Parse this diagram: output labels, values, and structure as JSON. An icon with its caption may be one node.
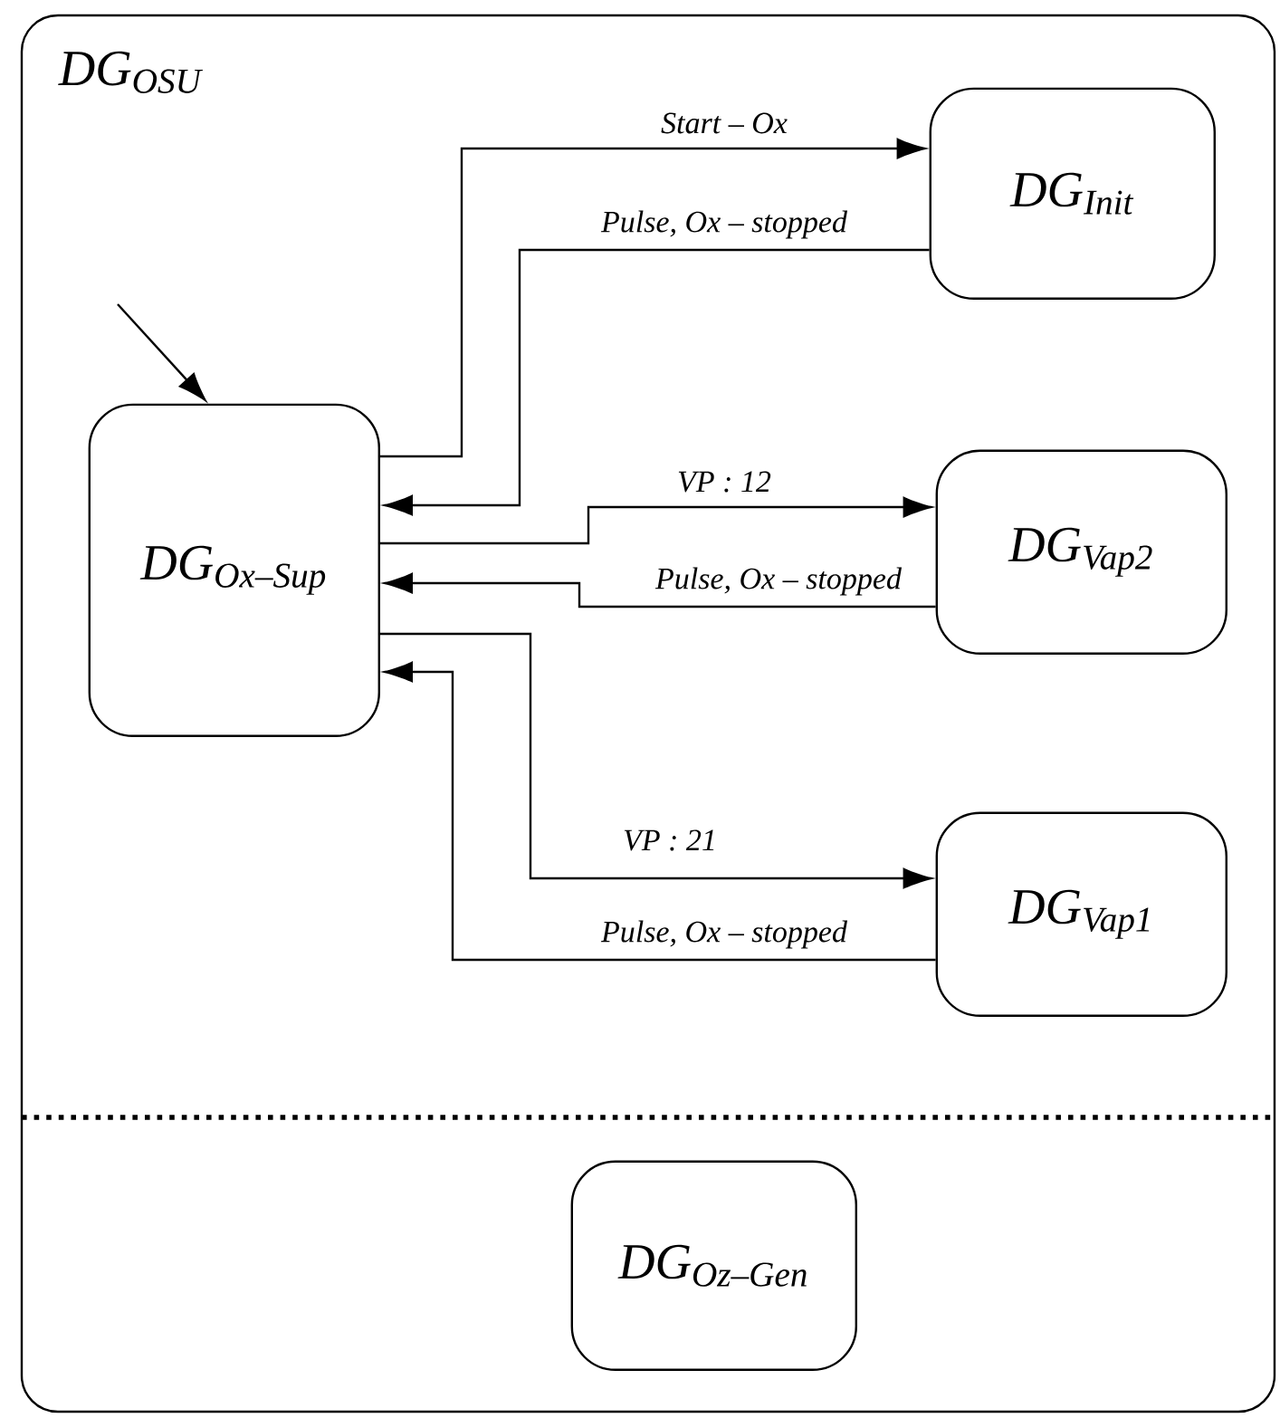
{
  "diagram": {
    "nodes": [
      {
        "text": [
          "DG$_{OSU}$"
        ]
      },
      {
        "text": [
          "DG$_{Ox–Sup}$"
        ],
        "in": 0
      },
      {
        "text": [
          "DG$_{Init}$"
        ],
        "in": 0
      },
      {
        "text": [
          "DG$_{Vap2}$"
        ],
        "in": 0
      },
      {
        "text": [
          "DG$_{Vap1}$"
        ],
        "in": 0
      },
      {
        "text": [
          "DG$_{Oz–Gen}$"
        ],
        "in": 0
      }
    ],
    "edges": [
      {
        "from": null,
        "to": 1,
        "arrow": "to"
      },
      {
        "from": 1,
        "to": 2,
        "arrow": "to",
        "label": "Start – Ox"
      },
      {
        "from": 2,
        "to": 1,
        "arrow": "to",
        "label": "Pulse, Ox – stopped"
      },
      {
        "from": 1,
        "to": 3,
        "arrow": "to",
        "label": "VP  : 12"
      },
      {
        "from": 3,
        "to": 1,
        "arrow": "to",
        "label": "Pulse, Ox – stopped"
      },
      {
        "from": 1,
        "to": 4,
        "arrow": "to",
        "label": "VP : 21"
      },
      {
        "from": 4,
        "to": 1,
        "arrow": "to",
        "label": "Pulse, Ox – stopped"
      }
    ]
  }
}
